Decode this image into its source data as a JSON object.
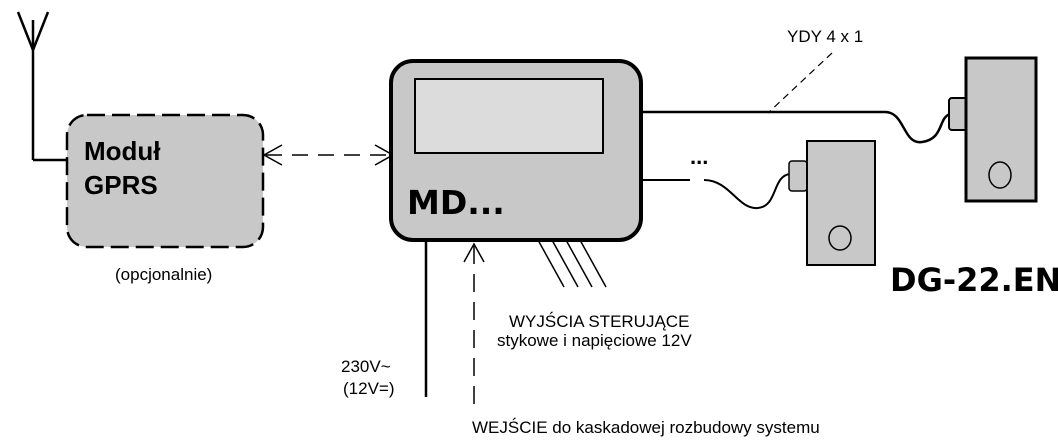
{
  "diagram": {
    "title": "DG-22.EN",
    "controller_label": "MD...",
    "gprs_module": {
      "line1": "Moduł",
      "line2": "GPRS",
      "note": "(opcjonalnie)"
    },
    "cable_label": "YDY 4 x 1",
    "ellipsis": "...",
    "outputs": {
      "line1": "WYJŚCIA STERUJĄCE",
      "line2": "stykowe i napięciowe 12V"
    },
    "power": {
      "line1": "230V~",
      "line2": "(12V=)"
    },
    "input_label": "WEJŚCIE do kaskadowej rozbudowy systemu",
    "colors": {
      "box_fill": "#c8c8c8",
      "screen_fill": "#dcdcdc",
      "ink": "#000000"
    }
  }
}
